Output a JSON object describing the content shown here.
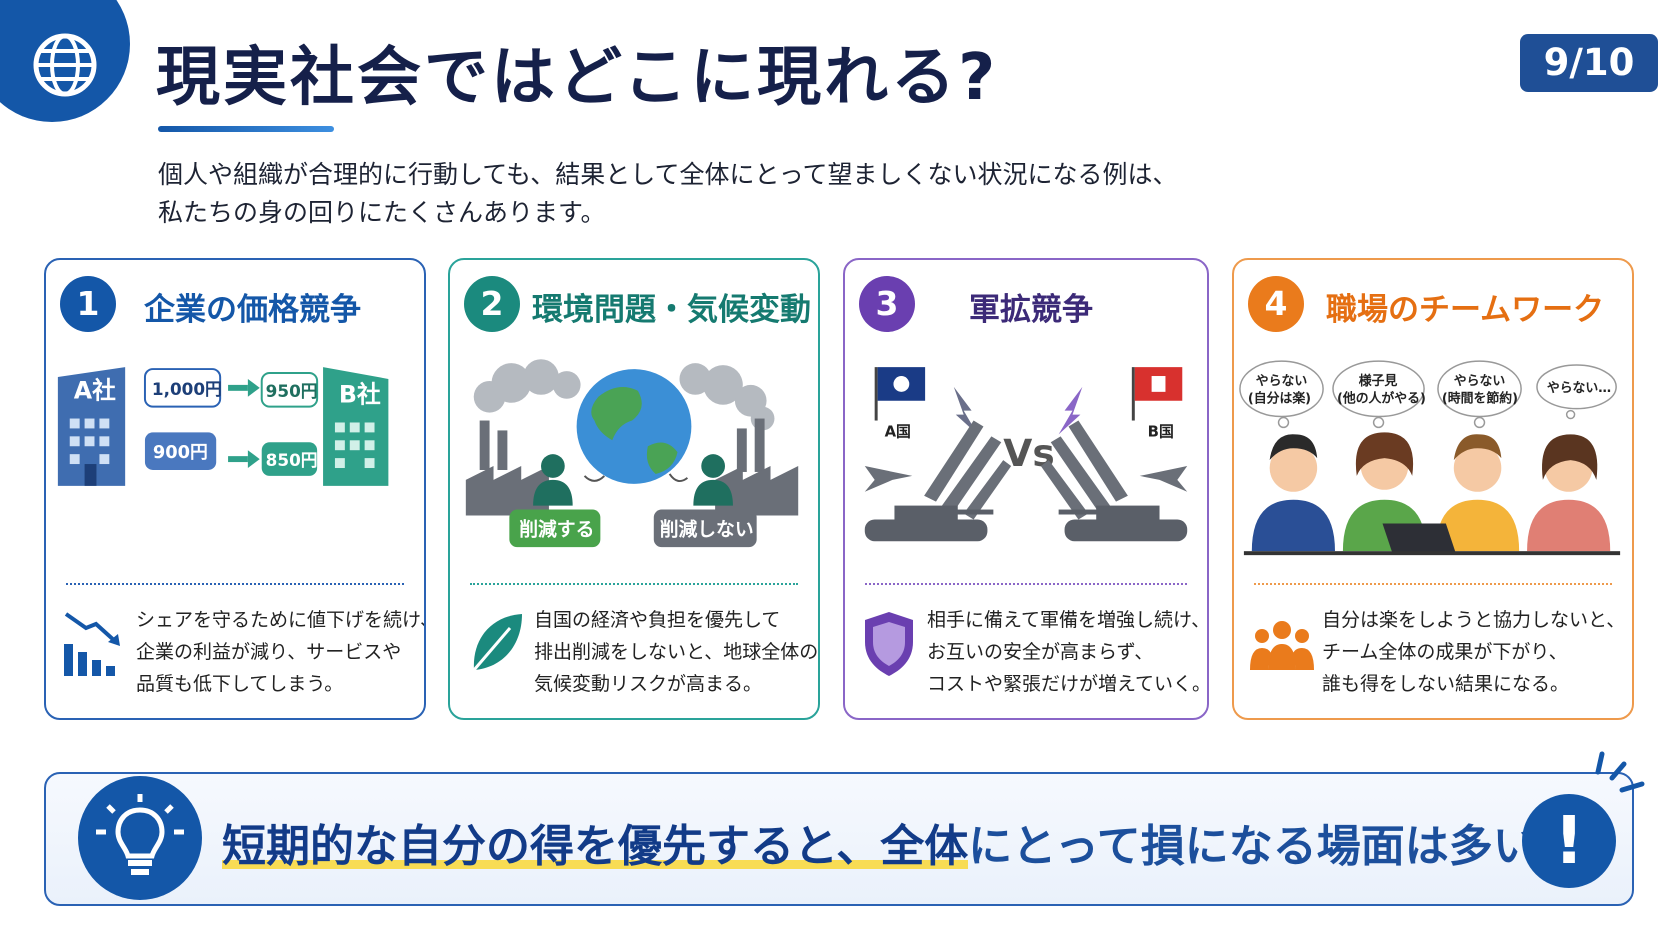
{
  "header": {
    "title": "現実社会ではどこに現れる?",
    "page_number": "9/10"
  },
  "intro": {
    "line1": "個人や組織が合理的に行動しても、結果として全体にとって望ましくない状況になる例は、",
    "line2": "私たちの身の回りにたくさんあります。"
  },
  "cards": [
    {
      "number": "1",
      "title": "企業の価格競争",
      "labels": {
        "company_a": "A社",
        "company_b": "B社",
        "price1": "1,000円",
        "price2": "950円",
        "price3": "900円",
        "price4": "850円"
      },
      "desc": [
        "シェアを守るために値下げを続け、",
        "企業の利益が減り、サービスや",
        "品質も低下してしまう。"
      ]
    },
    {
      "number": "2",
      "title": "環境問題・気候変動",
      "labels": {
        "reduce": "削減する",
        "not_reduce": "削減しない"
      },
      "desc": [
        "自国の経済や負担を優先して",
        "排出削減をしないと、地球全体の",
        "気候変動リスクが高まる。"
      ]
    },
    {
      "number": "3",
      "title": "軍拡競争",
      "labels": {
        "country_a": "A国",
        "country_b": "B国",
        "vs": "Vs"
      },
      "desc": [
        "相手に備えて軍備を増強し続け、",
        "お互いの安全が高まらず、",
        "コストや緊張だけが増えていく。"
      ]
    },
    {
      "number": "4",
      "title": "職場のチームワーク",
      "bubbles": [
        {
          "line1": "やらない",
          "line2": "(自分は楽)"
        },
        {
          "line1": "様子見",
          "line2": "(他の人がやる)"
        },
        {
          "line1": "やらない",
          "line2": "(時間を節約)"
        },
        {
          "line1": "やらない…",
          "line2": ""
        }
      ],
      "desc": [
        "自分は楽をしようと協力しないと、",
        "チーム全体の成果が下がり、",
        "誰も得をしない結果になる。"
      ]
    }
  ],
  "banner": {
    "strong": "短期的な自分の得を優先すると、全体",
    "rest": "にとって損になる場面は多い",
    "mark": "!"
  },
  "colors": {
    "primary": "#1457a8",
    "teal": "#1b8a7e",
    "purple": "#6a3fb0",
    "orange": "#ea7b1c",
    "highlight": "#f8dc54"
  },
  "icons": [
    "globe-icon",
    "chart-down-icon",
    "leaf-icon",
    "shield-icon",
    "team-icon",
    "lightbulb-icon",
    "exclamation-icon"
  ]
}
